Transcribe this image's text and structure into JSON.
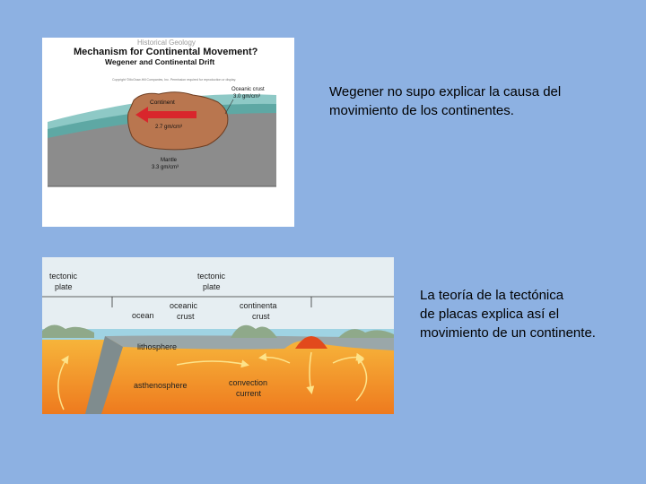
{
  "figure1": {
    "header_text": "Historical Geology",
    "title": "Mechanism for Continental Movement?",
    "subtitle": "Wegener and Continental Drift",
    "copyright": "Copyright ©McGraw-Hill Companies, Inc. Permission required for reproduction or display.",
    "label_continent": "Continent",
    "label_oceanic_crust_line1": "Oceanic crust",
    "label_oceanic_crust_line2": "3.0 gm/cm³",
    "label_continent_density": "2.7 gm/cm³",
    "label_mantle_line1": "Mantle",
    "label_mantle_line2": "3.3 gm/cm³",
    "colors": {
      "ocean": "#8ec9c6",
      "crust": "#5ea8a4",
      "continent": "#b9764f",
      "mantle": "#8c8c8c",
      "arrow": "#d9262c"
    }
  },
  "figure2": {
    "label_tectonic_plate_left_line1": "tectonic",
    "label_tectonic_plate_left_line2": "plate",
    "label_tectonic_plate_right_line1": "tectonic",
    "label_tectonic_plate_right_line2": "plate",
    "label_ocean": "ocean",
    "label_oceanic_crust_line1": "oceanic",
    "label_oceanic_crust_line2": "crust",
    "label_continental_crust_line1": "continenta",
    "label_continental_crust_line2": "crust",
    "label_lithosphere": "lithosphere",
    "label_asthenosphere": "asthenosphere",
    "label_convection_line1": "convection",
    "label_convection_line2": "current",
    "colors": {
      "sky": "#e6eef2",
      "ocean": "#9fd3e3",
      "lithosphere": "#9aa7a9",
      "asthenosphere_top": "#f7b73c",
      "asthenosphere_bottom": "#ee7a1e",
      "arrows": "#fde38a"
    }
  },
  "caption1": {
    "line1": "Wegener no supo explicar la causa del",
    "line2": "movimiento de los continentes."
  },
  "caption2": {
    "line1": "La teoría de la tectónica",
    "line2": "de placas explica así el",
    "line3": "movimiento de un continente."
  }
}
